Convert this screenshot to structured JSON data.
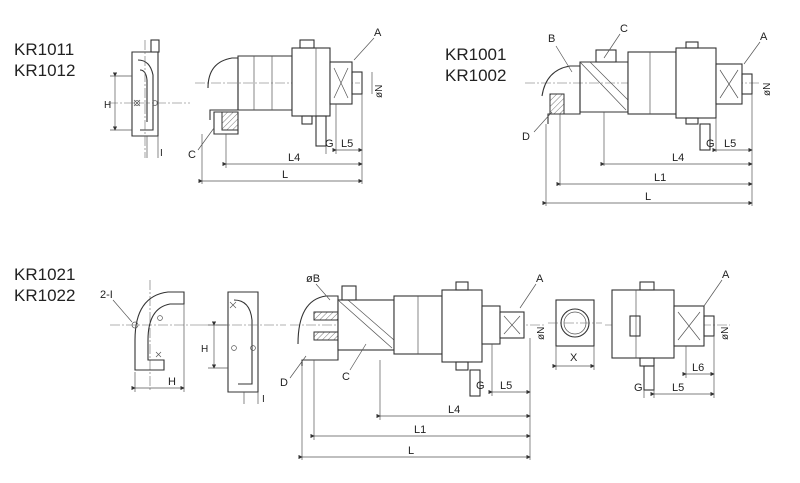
{
  "models": {
    "top_left": [
      "KR1011",
      "KR1012"
    ],
    "top_right": [
      "KR1001",
      "KR1002"
    ],
    "bottom": [
      "KR1021",
      "KR1022"
    ]
  },
  "labels": {
    "A": "A",
    "B": "B",
    "C": "C",
    "D": "D",
    "G": "G",
    "H": "H",
    "I": "I",
    "L": "L",
    "L1": "L1",
    "L4": "L4",
    "L5": "L5",
    "L6": "L6",
    "X": "X",
    "N": "øN",
    "oB": "øB",
    "two_I": "2-I"
  },
  "colors": {
    "line": "#333333",
    "background": "#ffffff"
  }
}
